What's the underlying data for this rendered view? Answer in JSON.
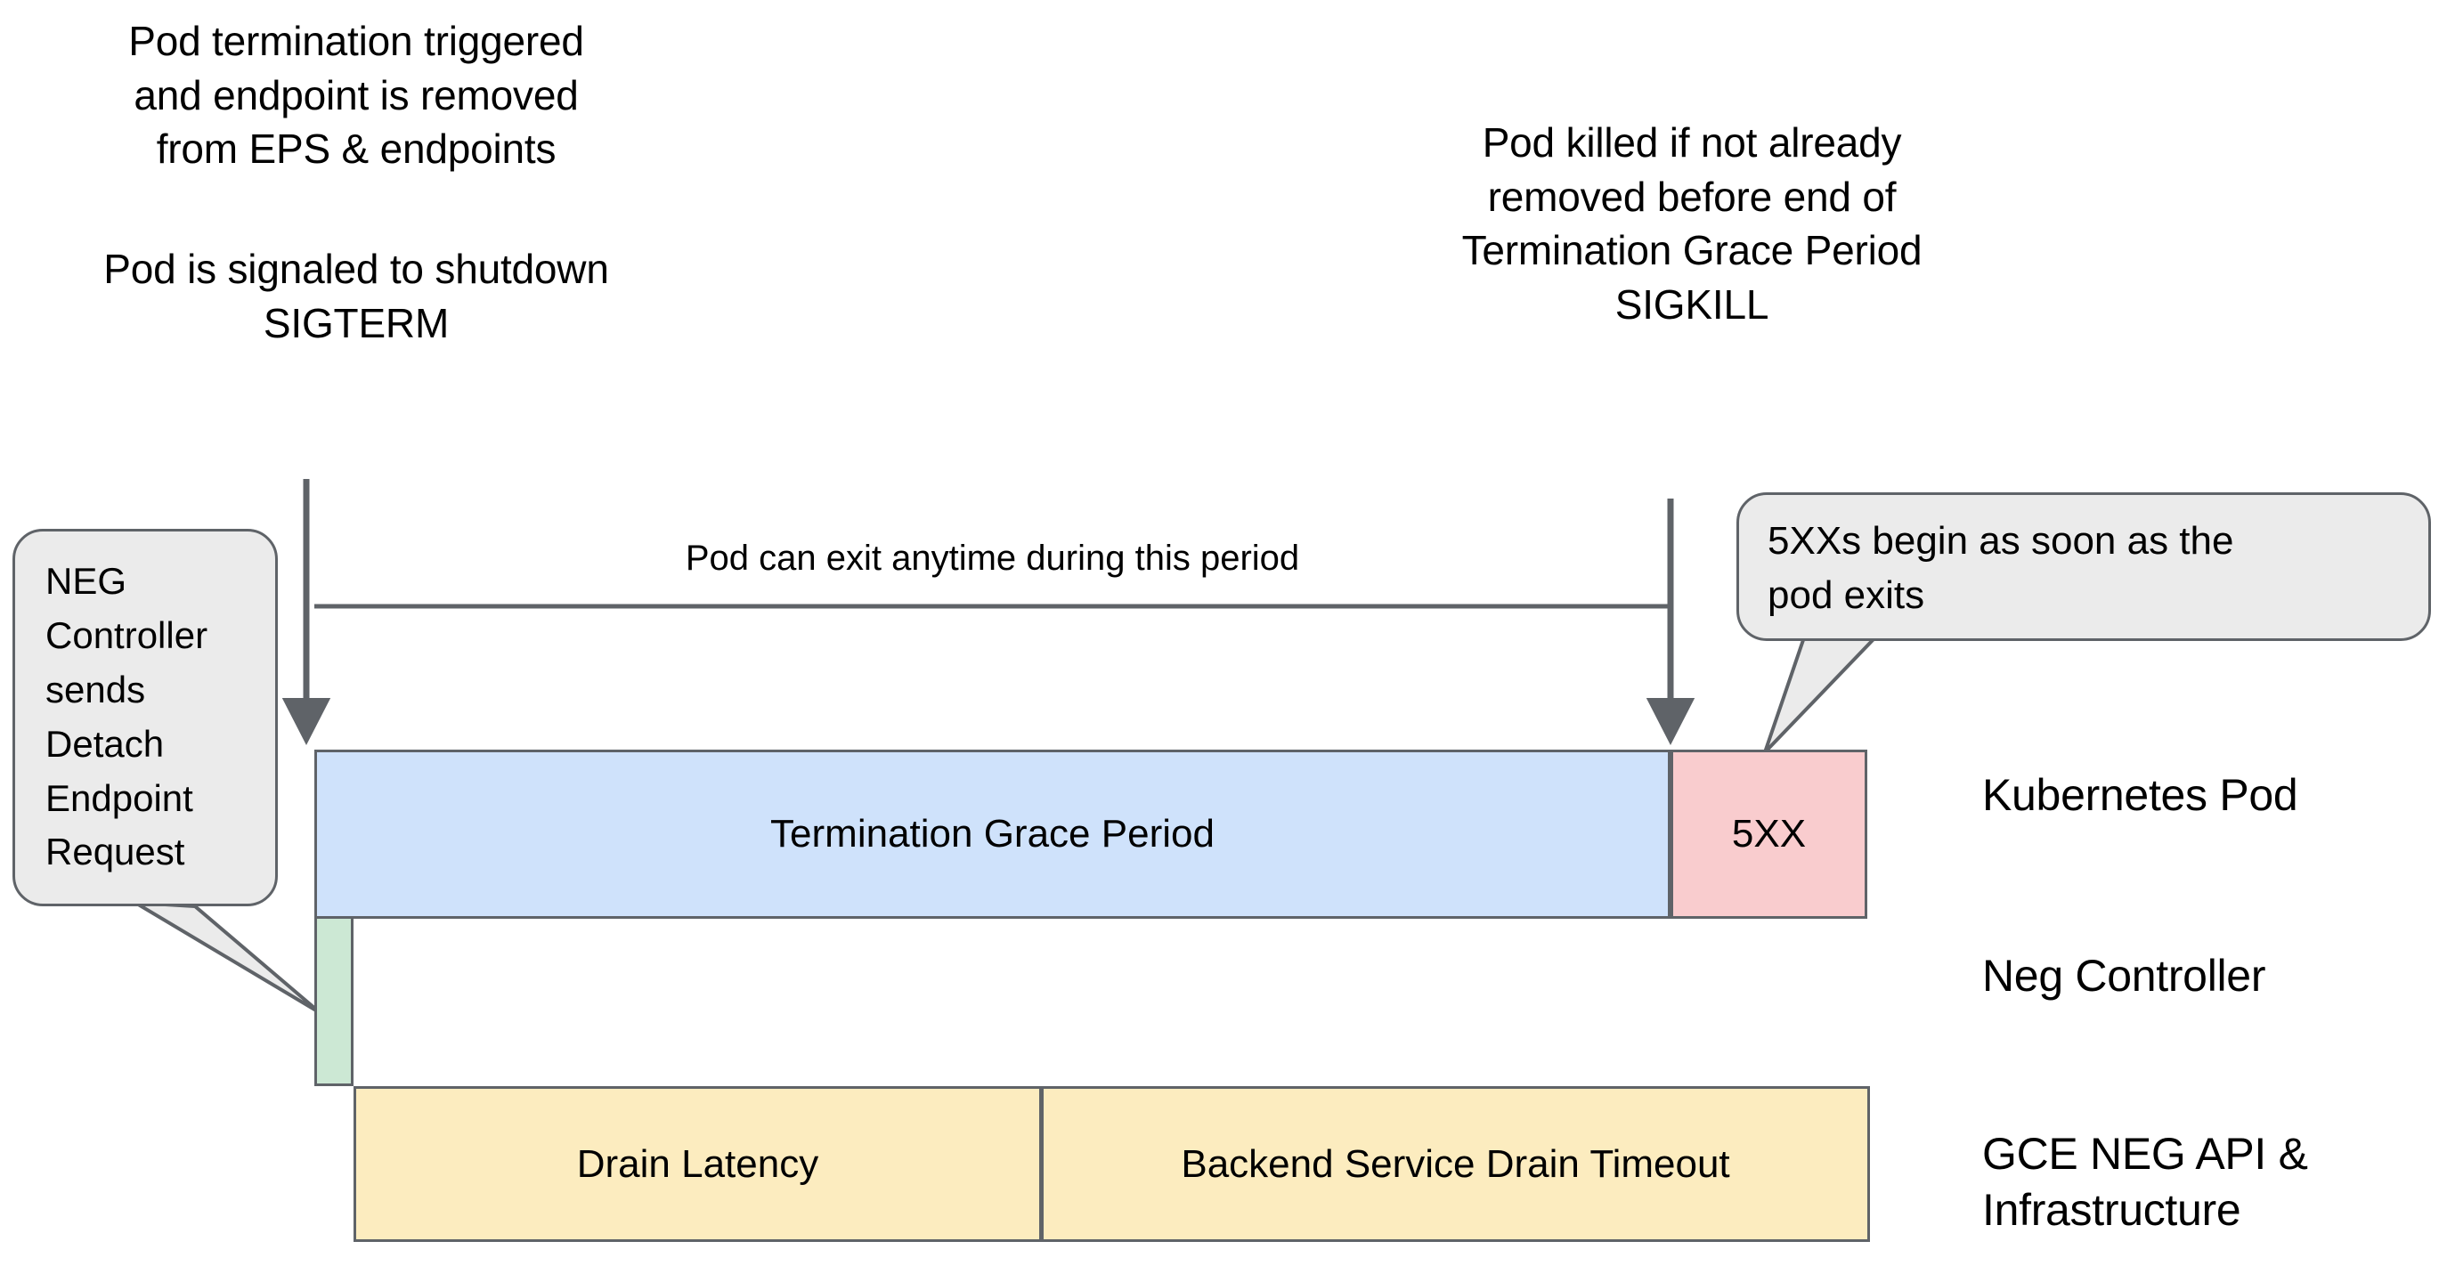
{
  "annotations": {
    "pod_termination": "Pod termination triggered\nand endpoint is removed\nfrom EPS & endpoints",
    "pod_sigterm": "Pod is signaled to shutdown\nSIGTERM",
    "pod_killed": "Pod killed if not already\nremoved before end of\nTermination Grace Period\nSIGKILL",
    "pod_can_exit": "Pod can exit anytime during this period"
  },
  "callouts": {
    "neg_controller": "NEG\nController\nsends\nDetach\nEndpoint\nRequest",
    "five_xx": "5XXs begin as soon as the\npod exits"
  },
  "bars": {
    "termination_grace_period": "Termination Grace Period",
    "five_xx": "5XX",
    "neg_controller": "",
    "drain_latency": "Drain Latency",
    "backend_service_drain_timeout": "Backend Service Drain Timeout"
  },
  "row_labels": {
    "kubernetes_pod": "Kubernetes Pod",
    "neg_controller": "Neg Controller",
    "gce_neg_api": "GCE NEG API &\nInfrastructure"
  },
  "colors": {
    "termination_grace_period": "#cfe2fb",
    "five_xx": "#f9ccce",
    "neg_controller": "#cce8d4",
    "drain_bars": "#fcecbf",
    "callout_fill": "#ebebeb",
    "stroke": "#5f6368",
    "background": "#ffffff"
  }
}
